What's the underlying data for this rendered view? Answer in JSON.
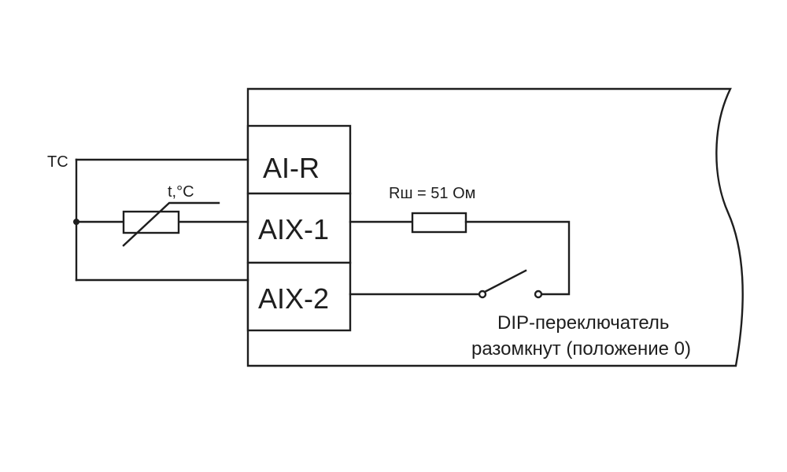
{
  "sensor_label": "TC",
  "thermistor_label": "t,°C",
  "terminals": {
    "ai_r": "AI-R",
    "aix_1": "AIX-1",
    "aix_2": "AIX-2"
  },
  "shunt_label": "Rш = 51 Ом",
  "dip_switch": {
    "line1": "DIP-переключатель",
    "line2": "разомкнут (положение 0)"
  },
  "colors": {
    "line": "#1e1e1e",
    "background": "#ffffff"
  }
}
